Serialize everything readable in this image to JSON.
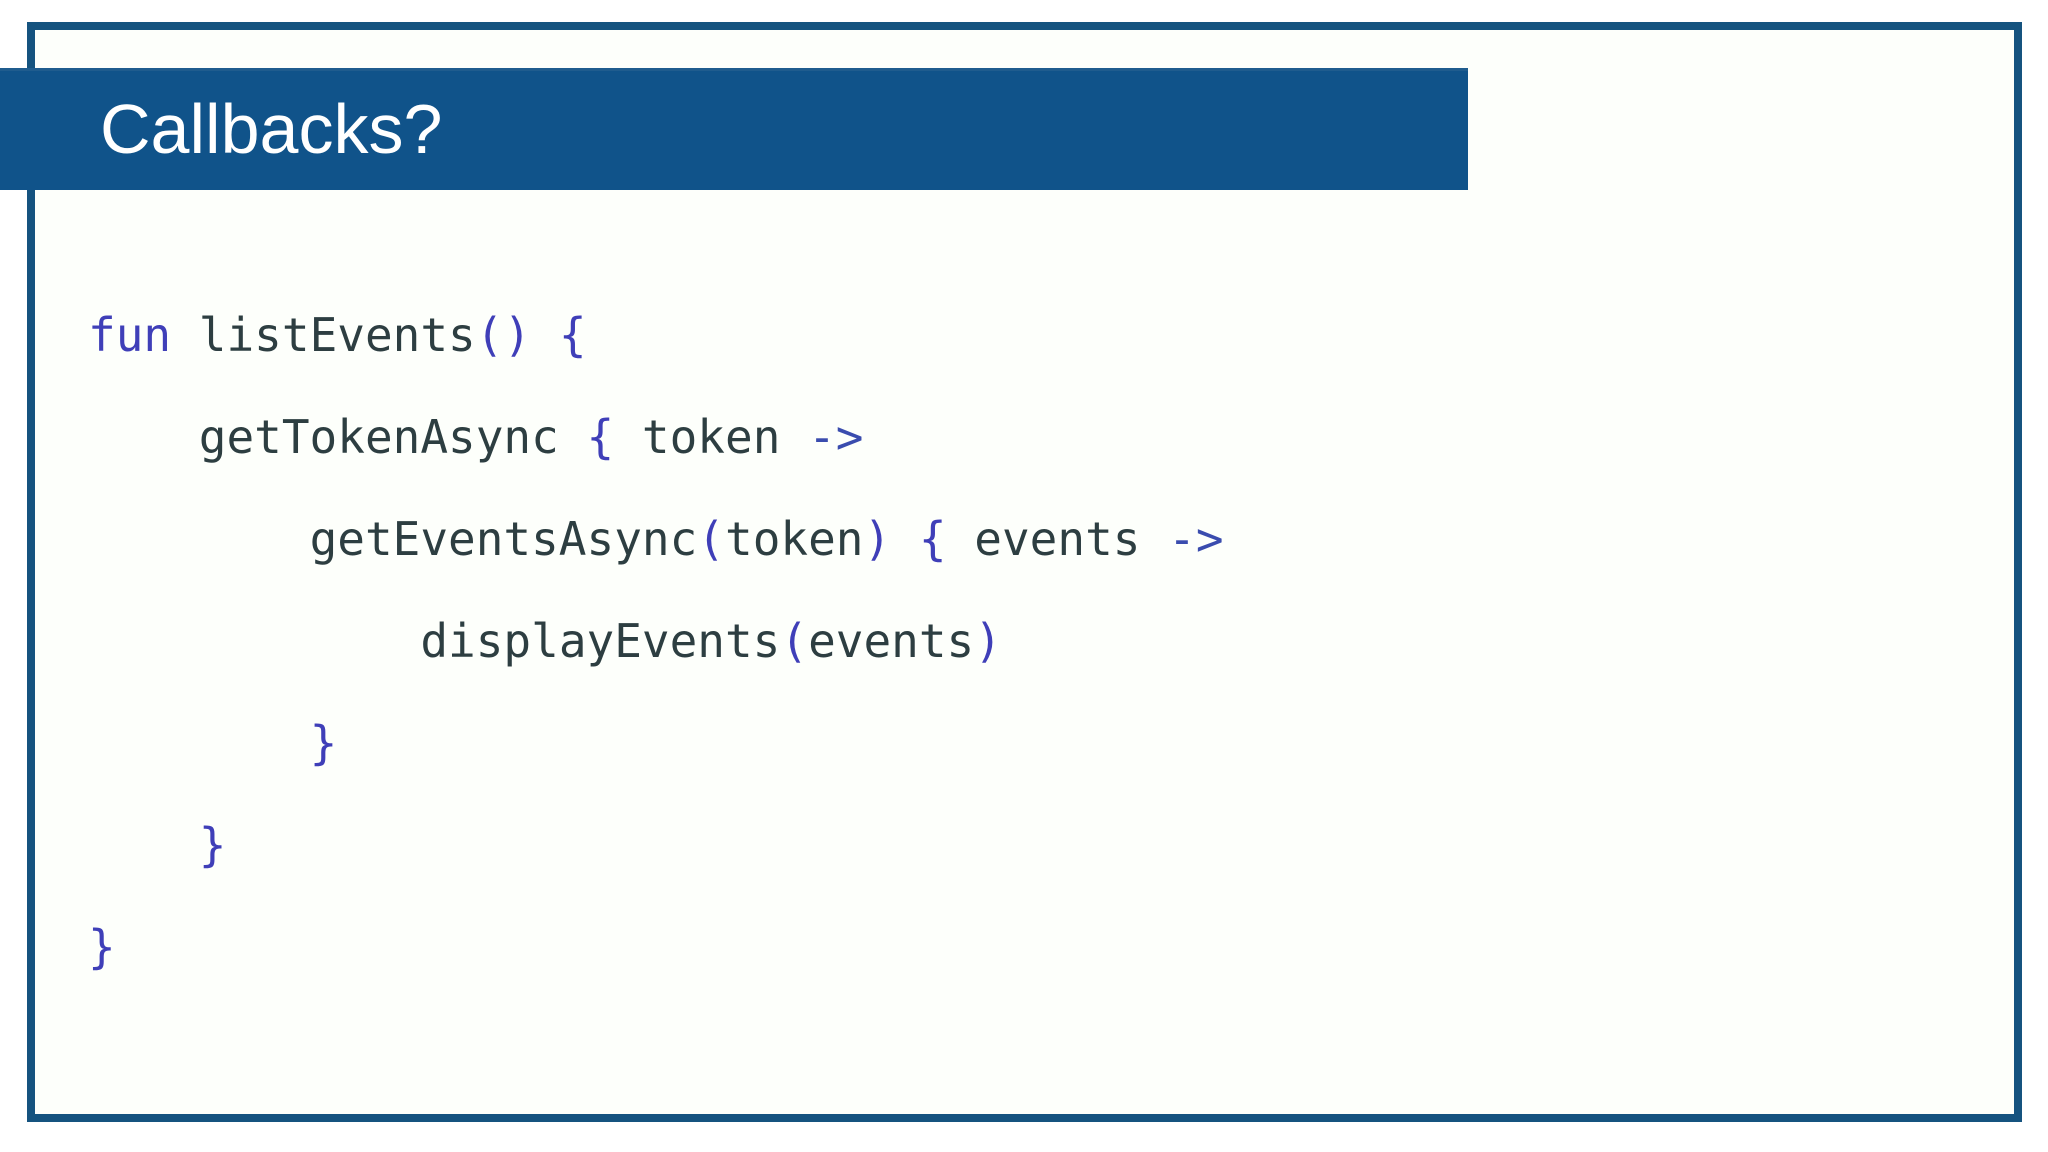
{
  "slide": {
    "title": "Callbacks?",
    "background_color": "#fdfffb",
    "frame_color": "#15537f",
    "header_color": "#10538a",
    "title_color": "#ffffff"
  },
  "code": {
    "language": "kotlin",
    "keyword_color": "#3f3fb8",
    "punctuation_color": "#3f3fb8",
    "identifier_color": "#2d3e41",
    "full_text": "fun listEvents() {\n    getTokenAsync { token ->\n        getEventsAsync(token) { events ->\n            displayEvents(events)\n        }\n    }\n}",
    "lines": [
      {
        "indent": 0,
        "tokens": [
          {
            "t": "fun",
            "k": "kw"
          },
          {
            "t": " ",
            "k": "id"
          },
          {
            "t": "listEvents",
            "k": "id"
          },
          {
            "t": "()",
            "k": "pun"
          },
          {
            "t": " ",
            "k": "id"
          },
          {
            "t": "{",
            "k": "pun"
          }
        ]
      },
      {
        "indent": 1,
        "tokens": [
          {
            "t": "getTokenAsync",
            "k": "id"
          },
          {
            "t": " ",
            "k": "id"
          },
          {
            "t": "{",
            "k": "pun"
          },
          {
            "t": " token ",
            "k": "id"
          },
          {
            "t": "->",
            "k": "arr"
          }
        ]
      },
      {
        "indent": 2,
        "tokens": [
          {
            "t": "getEventsAsync",
            "k": "id"
          },
          {
            "t": "(",
            "k": "pun"
          },
          {
            "t": "token",
            "k": "id"
          },
          {
            "t": ")",
            "k": "pun"
          },
          {
            "t": " ",
            "k": "id"
          },
          {
            "t": "{",
            "k": "pun"
          },
          {
            "t": " events ",
            "k": "id"
          },
          {
            "t": "->",
            "k": "arr"
          }
        ]
      },
      {
        "indent": 3,
        "tokens": [
          {
            "t": "displayEvents",
            "k": "id"
          },
          {
            "t": "(",
            "k": "pun"
          },
          {
            "t": "events",
            "k": "id"
          },
          {
            "t": ")",
            "k": "pun"
          }
        ]
      },
      {
        "indent": 2,
        "tokens": [
          {
            "t": "}",
            "k": "pun"
          }
        ]
      },
      {
        "indent": 1,
        "tokens": [
          {
            "t": "}",
            "k": "pun"
          }
        ]
      },
      {
        "indent": 0,
        "tokens": [
          {
            "t": "}",
            "k": "pun"
          }
        ]
      }
    ]
  }
}
